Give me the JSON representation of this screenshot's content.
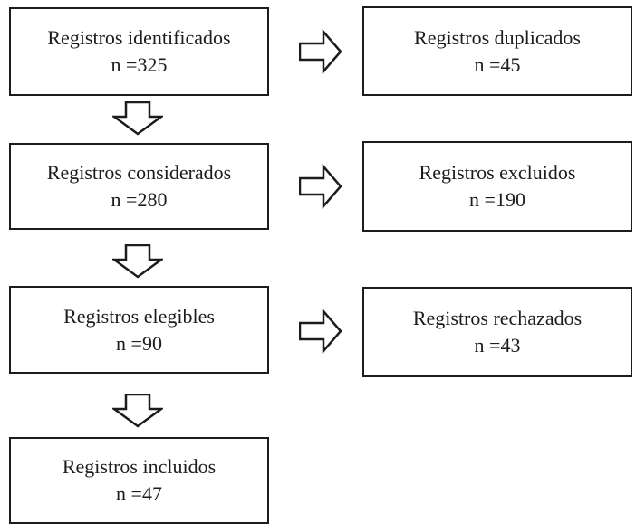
{
  "diagram": {
    "type": "flowchart",
    "language": "es",
    "colors": {
      "background": "#ffffff",
      "box_border": "#1c1c1c",
      "box_fill": "#ffffff",
      "text": "#1c1c1c",
      "arrow_stroke": "#1c1c1c",
      "arrow_fill": "#ffffff"
    },
    "icons": {
      "down_arrow": "block-arrow-down",
      "right_arrow": "block-arrow-right"
    },
    "rows": [
      {
        "main": {
          "label": "Registros identificados",
          "count": "n =325"
        },
        "side": {
          "label": "Registros duplicados",
          "count": "n =45"
        }
      },
      {
        "main": {
          "label": "Registros considerados",
          "count": "n =280"
        },
        "side": {
          "label": "Registros excluidos",
          "count": "n =190"
        }
      },
      {
        "main": {
          "label": "Registros elegibles",
          "count": "n =90"
        },
        "side": {
          "label": "Registros rechazados",
          "count": "n =43"
        }
      },
      {
        "main": {
          "label": "Registros incluidos",
          "count": "n =47"
        }
      }
    ]
  }
}
